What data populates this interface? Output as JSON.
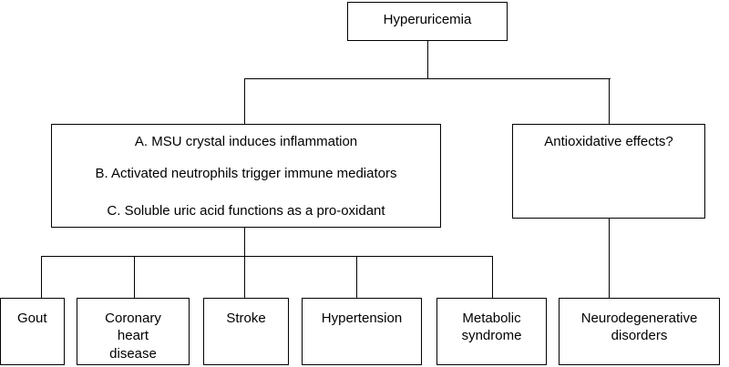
{
  "root": {
    "label": "Hyperuricemia"
  },
  "mechanisms": {
    "a": "A. MSU crystal induces inflammation",
    "b": "B. Activated neutrophils trigger immune mediators",
    "c": "C. Soluble uric acid functions as a pro-oxidant"
  },
  "antioxidative": {
    "label": "Antioxidative effects?"
  },
  "outcomes": {
    "gout": "Gout",
    "chd_line1": "Coronary",
    "chd_line2": "heart",
    "chd_line3": "disease",
    "stroke": "Stroke",
    "hypertension": "Hypertension",
    "metabolic_line1": "Metabolic",
    "metabolic_line2": "syndrome",
    "neuro_line1": "Neurodegenerative",
    "neuro_line2": "disorders"
  }
}
